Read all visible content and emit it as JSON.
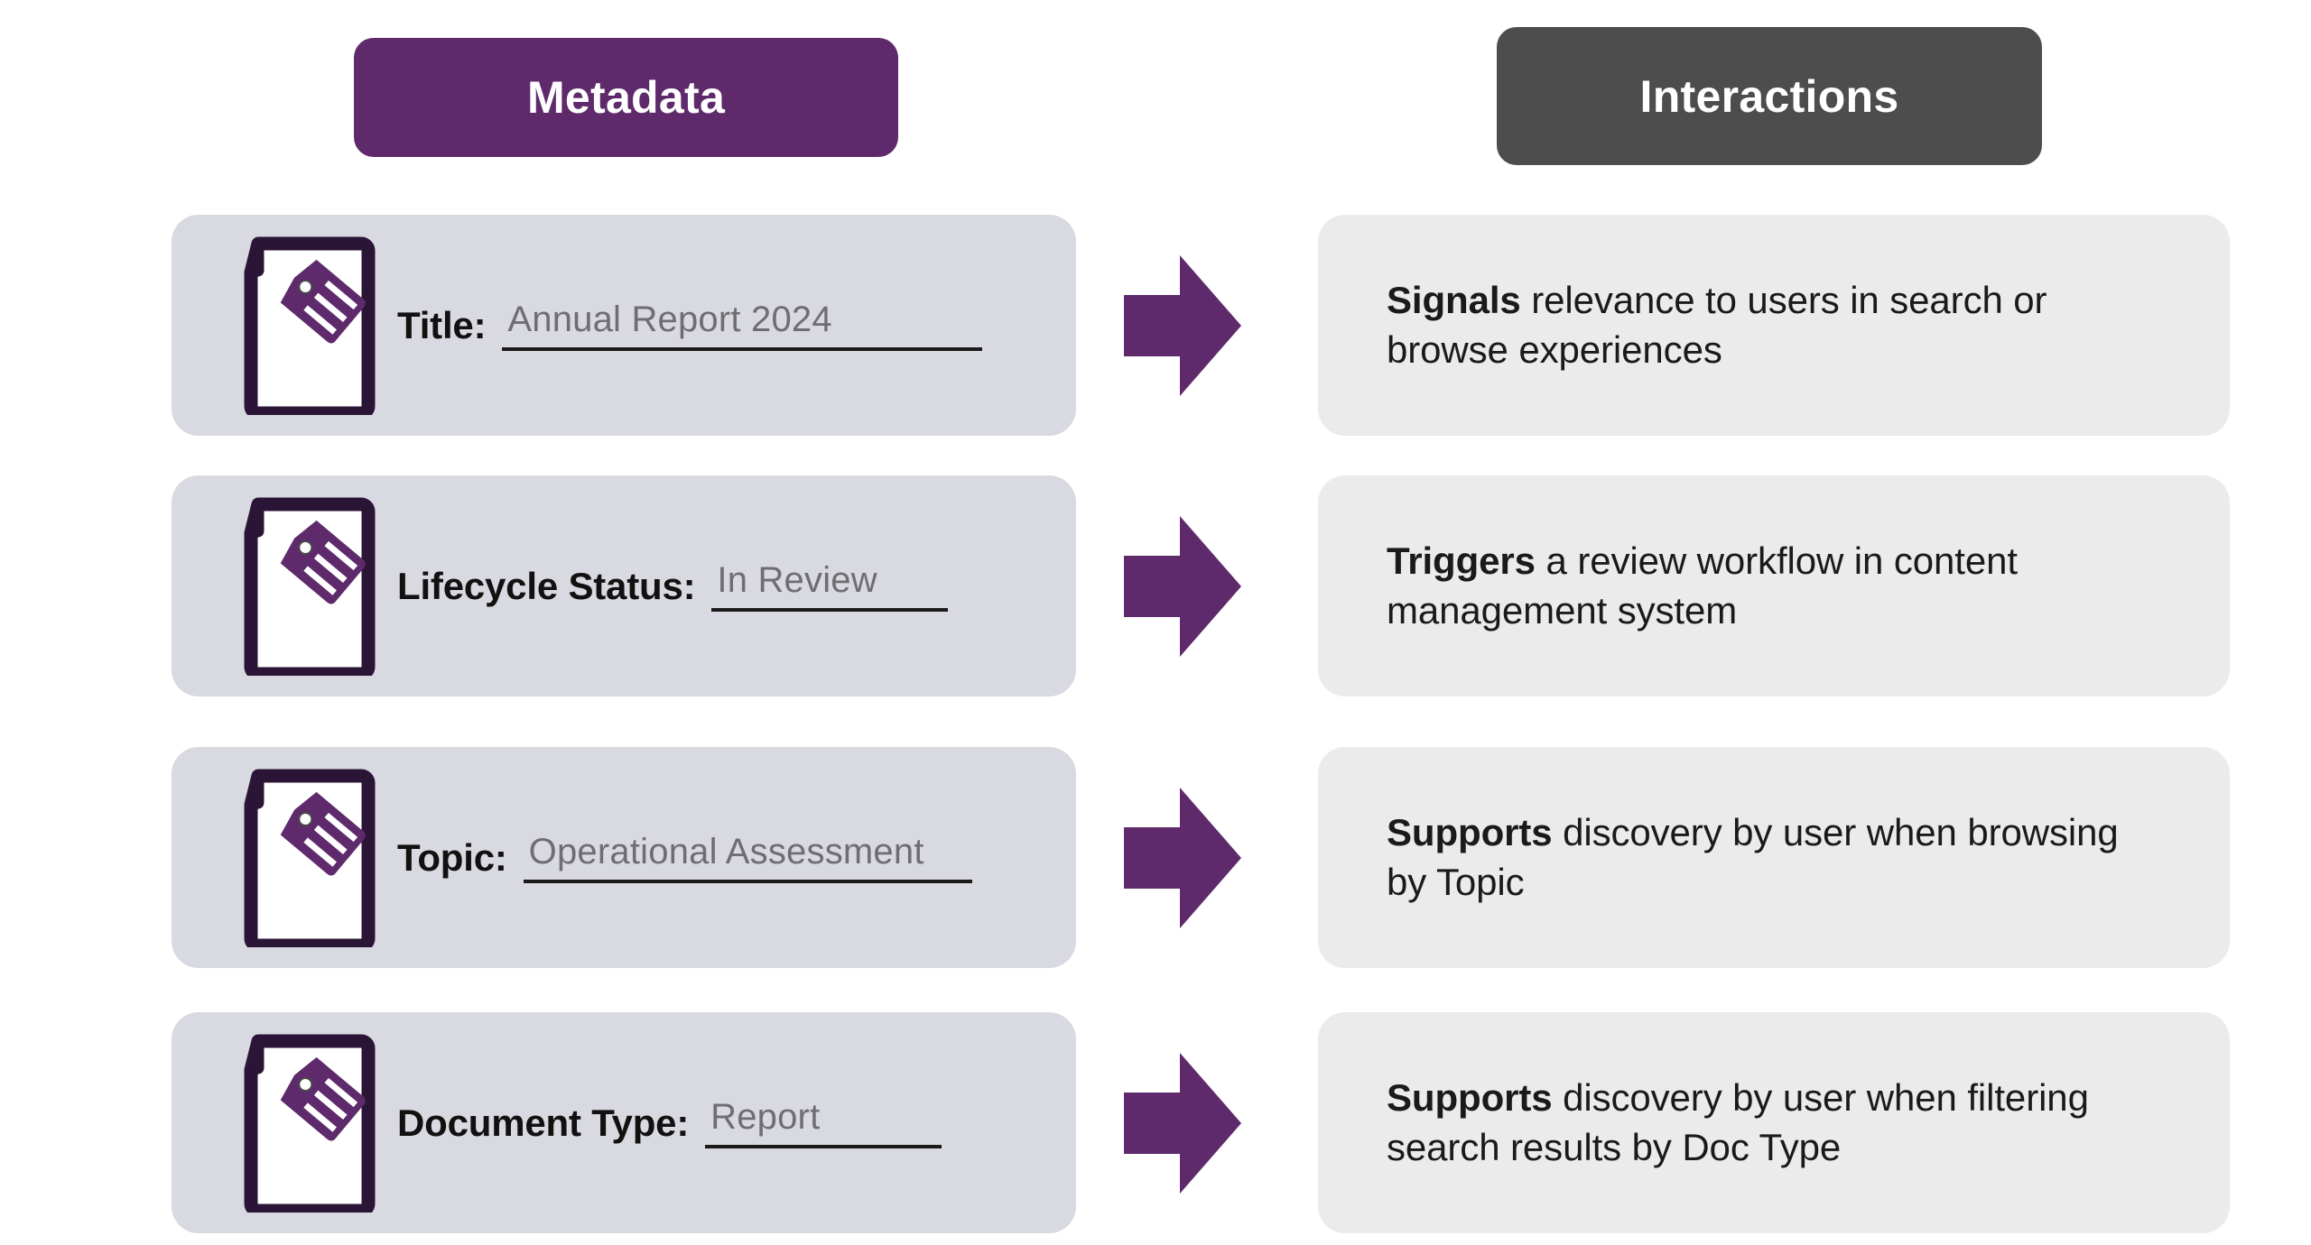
{
  "columns": {
    "metadata_title": "Metadata",
    "interactions_title": "Interactions"
  },
  "colors": {
    "metadata_header_bg": "#5E2A6B",
    "interactions_header_bg": "#4D4D4D",
    "metadata_card_bg": "#D9D9E1",
    "interactions_card_bg": "#EBEBEB",
    "arrow": "#5E2A6B",
    "doc_outline": "#2B1536",
    "tag": "#5E2A6B",
    "value_text": "#6E6E72"
  },
  "rows": [
    {
      "icon": "document-tag-icon",
      "label": "Title:",
      "value": "Annual Report 2024",
      "arrow": "right-arrow-icon",
      "interaction_lead": "Signals",
      "interaction_rest": " relevance to users in search or browse experiences"
    },
    {
      "icon": "document-tag-icon",
      "label": "Lifecycle Status:",
      "value": "In Review",
      "arrow": "right-arrow-icon",
      "interaction_lead": "Triggers",
      "interaction_rest": " a review workflow in content management system"
    },
    {
      "icon": "document-tag-icon",
      "label": "Topic:",
      "value": "Operational Assessment",
      "arrow": "right-arrow-icon",
      "interaction_lead": "Supports",
      "interaction_rest": " discovery by user when browsing by Topic"
    },
    {
      "icon": "document-tag-icon",
      "label": "Document Type:",
      "value": "Report",
      "arrow": "right-arrow-icon",
      "interaction_lead": "Supports",
      "interaction_rest": " discovery by user when filtering search results by Doc Type"
    }
  ]
}
